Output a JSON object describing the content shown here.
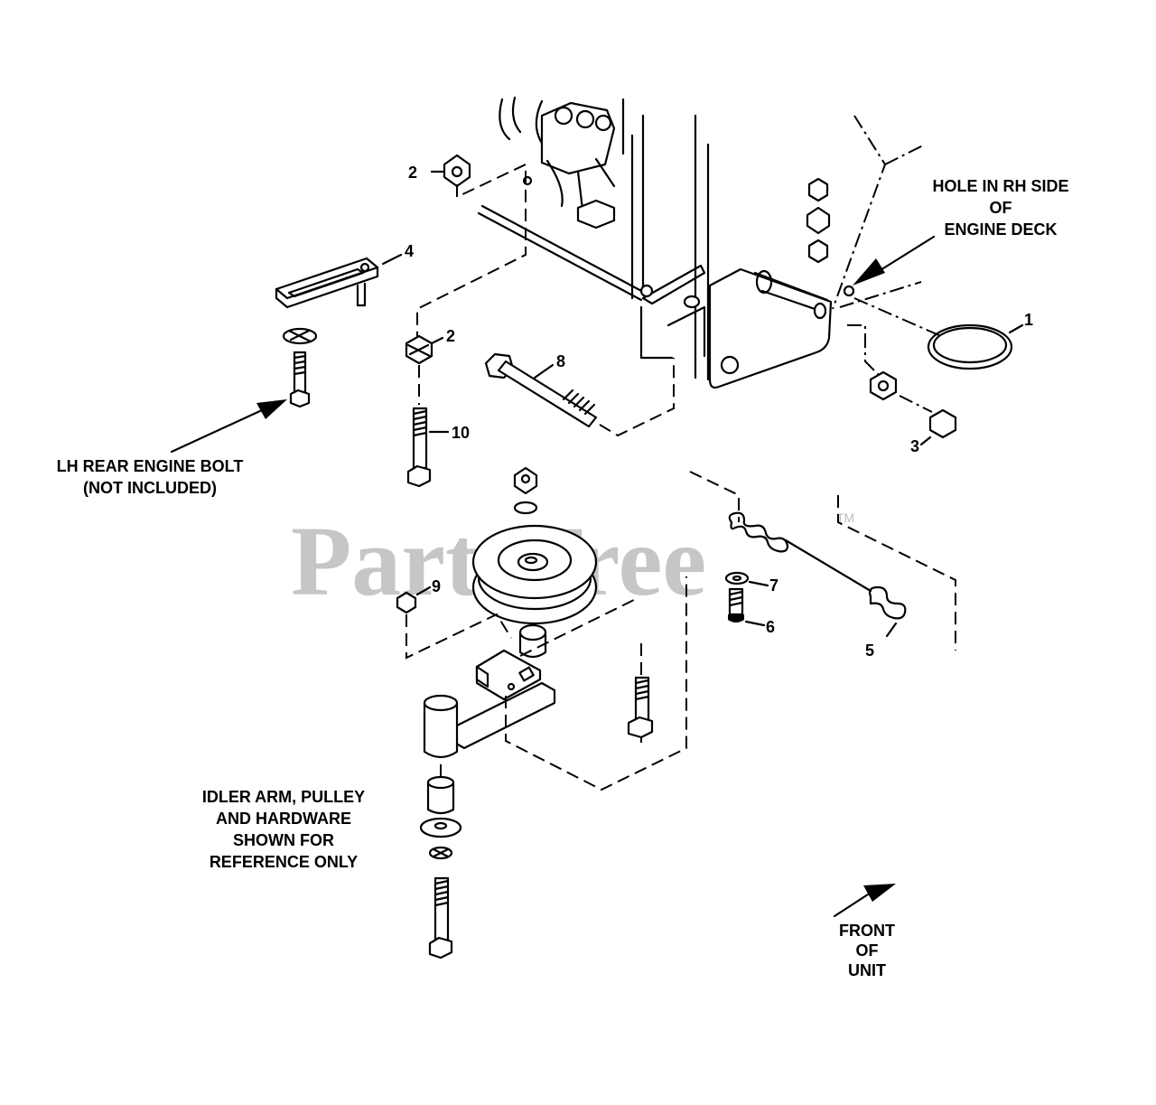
{
  "watermark": {
    "brand": "PartsTree",
    "trademark": "TM"
  },
  "notes": {
    "hole_rh_side": [
      "HOLE IN RH SIDE",
      "OF",
      "ENGINE DECK"
    ],
    "lh_rear_bolt": [
      "LH REAR ENGINE BOLT",
      "(NOT INCLUDED)"
    ],
    "idler_arm": [
      "IDLER ARM, PULLEY",
      "AND HARDWARE",
      "SHOWN FOR",
      "REFERENCE ONLY"
    ],
    "front_of_unit": [
      "FRONT",
      "OF",
      "UNIT"
    ]
  },
  "callouts": {
    "c1": "1",
    "c2a": "2",
    "c2b": "2",
    "c3": "3",
    "c4": "4",
    "c5": "5",
    "c6": "6",
    "c7": "7",
    "c8": "8",
    "c9": "9",
    "c10": "10"
  }
}
